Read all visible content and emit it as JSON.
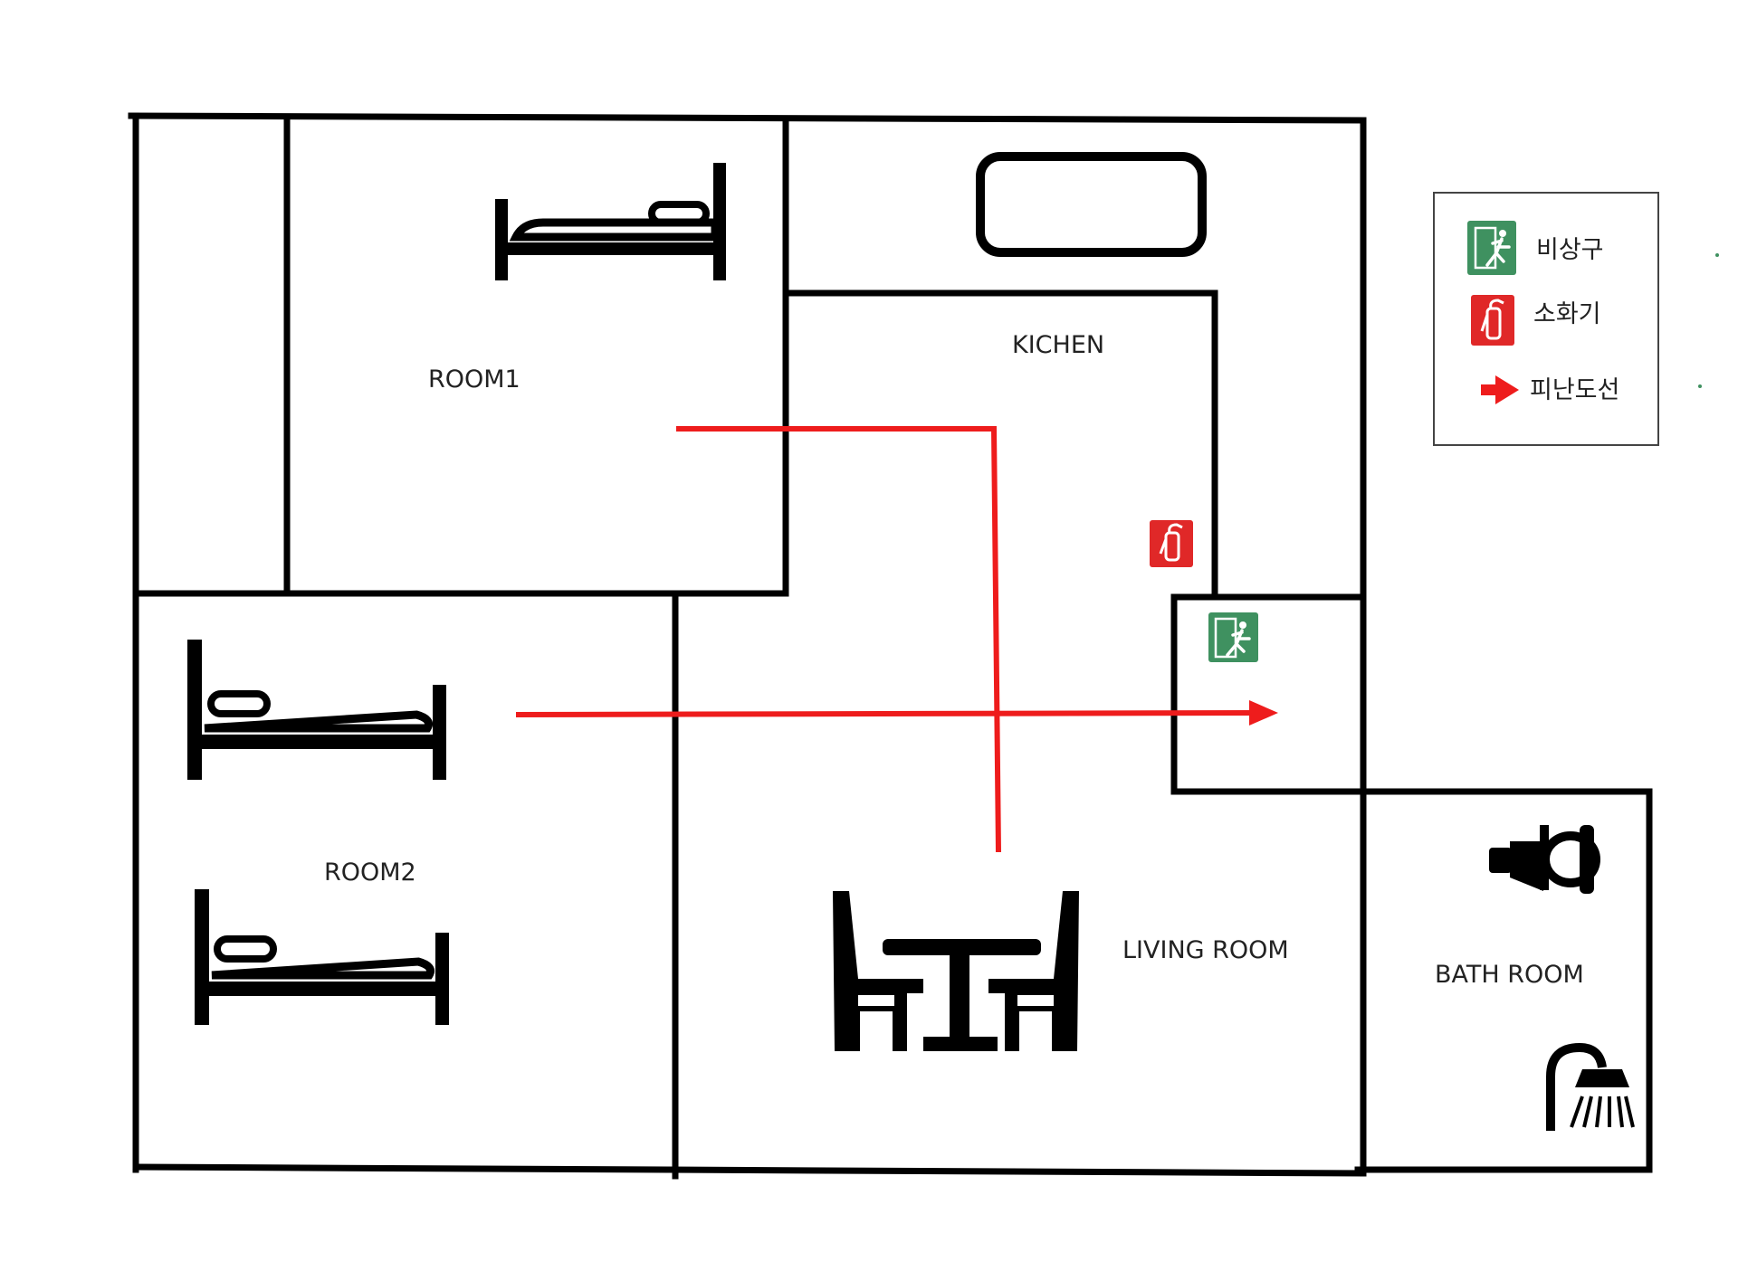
{
  "rooms": {
    "room1": "ROOM1",
    "kitchen": "KICHEN",
    "room2": "ROOM2",
    "living_room": "LIVING ROOM",
    "bath_room": "BATH ROOM"
  },
  "legend": {
    "emergency_exit": "비상구",
    "fire_extinguisher": "소화기",
    "evacuation_route": "피난도선"
  },
  "icons": {
    "emergency_exit": "running-man-exit-icon",
    "fire_extinguisher": "fire-extinguisher-icon",
    "evacuation_route": "red-arrow-icon",
    "bed": "bed-icon",
    "sink": "sink-icon",
    "table": "dining-table-icon",
    "toilet": "toilet-icon",
    "shower": "shower-icon"
  },
  "colors": {
    "wall": "#000000",
    "route": "#ee1c1c",
    "exit_green": "#3f9160",
    "extinguisher_red": "#e02828",
    "text": "#222222"
  }
}
